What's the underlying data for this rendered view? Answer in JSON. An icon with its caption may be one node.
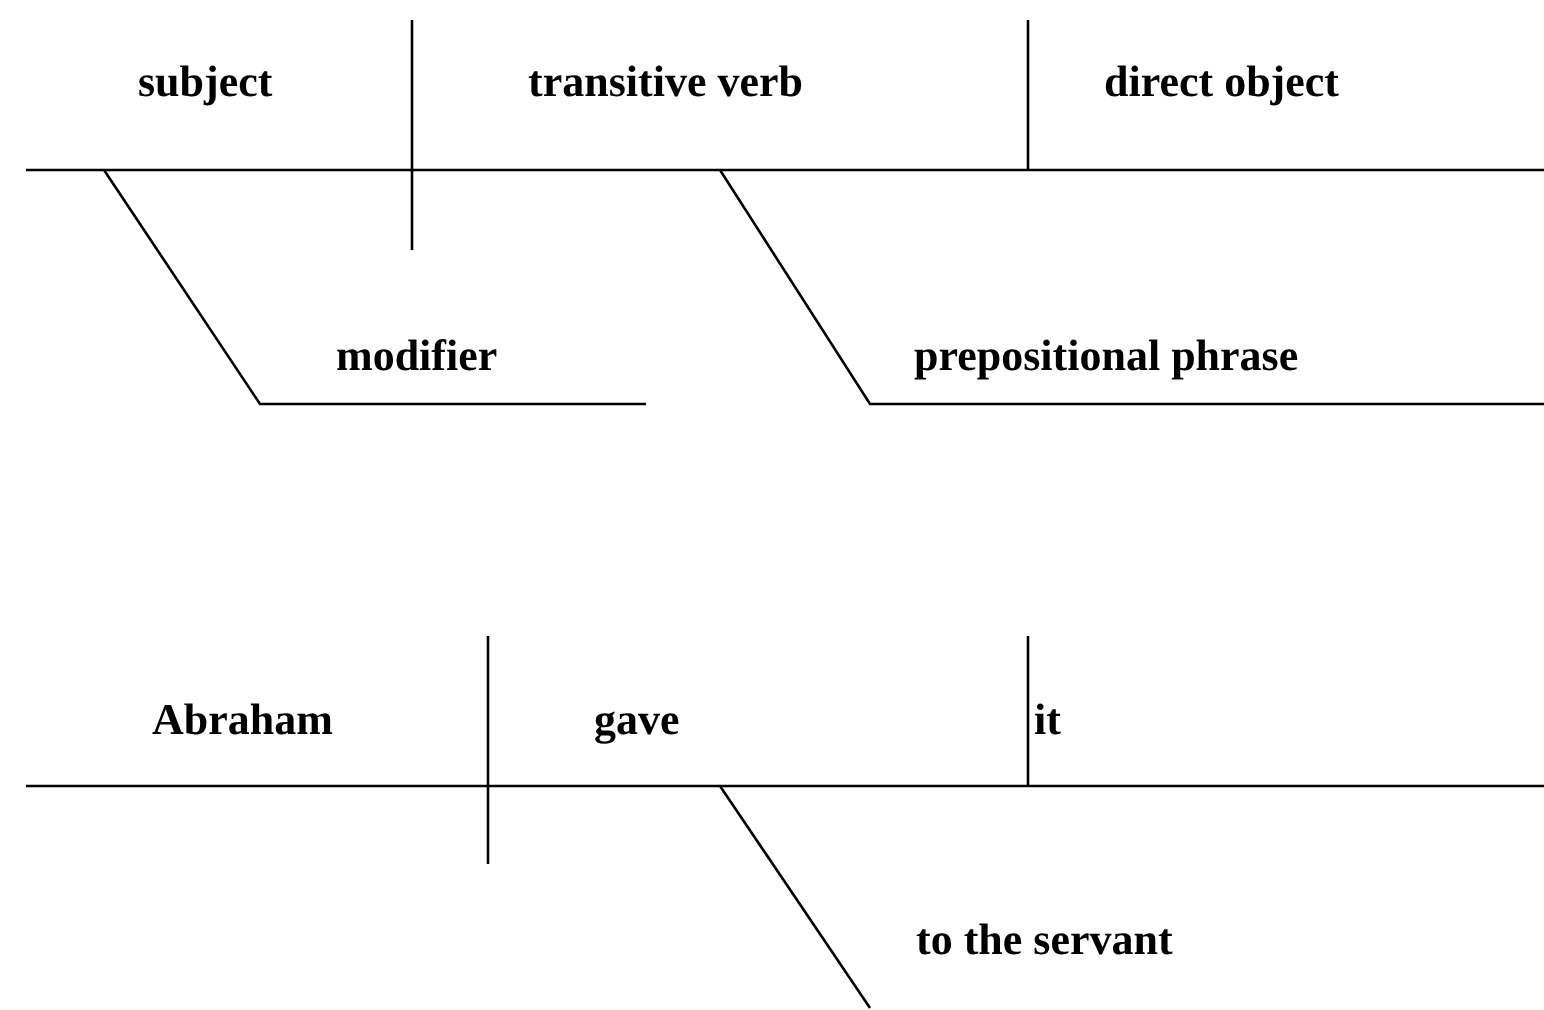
{
  "diagram": {
    "labels": [
      "subject",
      "transitive verb",
      "direct object",
      "modifier",
      "prepositional phrase",
      "Abraham",
      "gave",
      "it",
      "to the servant"
    ]
  }
}
